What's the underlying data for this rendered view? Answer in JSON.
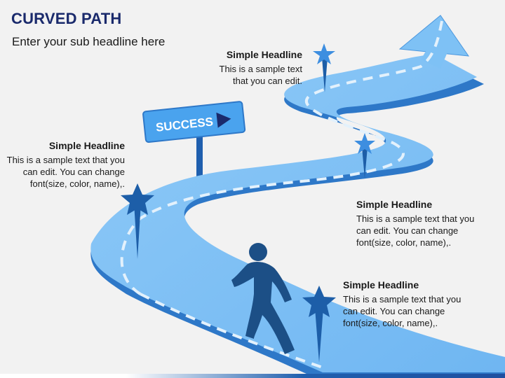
{
  "header": {
    "title": "CURVED PATH",
    "subtitle": "Enter your sub headline here"
  },
  "sign": {
    "label": "SUCCESS"
  },
  "blocks": [
    {
      "headline": "Simple Headline",
      "text": "This is a sample text\nthat you can edit."
    },
    {
      "headline": "Simple Headline",
      "text": "This is a sample text that you\ncan edit. You can change\nfont(size, color, name),."
    },
    {
      "headline": "Simple Headline",
      "text": "This is a sample text that you\ncan edit. You can change\nfont(size, color, name),."
    },
    {
      "headline": "Simple Headline",
      "text": "This is a sample text that you\ncan edit. You can change\nfont(size, color, name),."
    }
  ],
  "colors": {
    "road": "#7ec1f5",
    "road_edge": "#2e78c8",
    "dash": "#e3f1fc",
    "star_dark": "#1d5ea8",
    "star_light": "#3d8ee0",
    "figure": "#1c4f86",
    "sign_fill": "#4aa3ee",
    "title": "#1a2a6c"
  }
}
